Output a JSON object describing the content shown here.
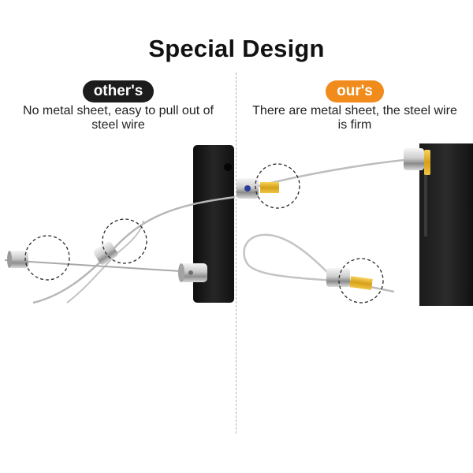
{
  "heading": "Special Design",
  "comparison": {
    "left": {
      "badge": "other's",
      "badge_color": "#1c1c1c",
      "description": "No metal sheet, easy to pull out of steel wire"
    },
    "right": {
      "badge": "our's",
      "badge_color": "#f08b1c",
      "description": "There are metal sheet, the steel wire is firm"
    }
  },
  "icons": {
    "left_photo": "wire-hook-without-metal-sheet-photo",
    "right_photo": "wire-hook-with-metal-sheet-photo"
  }
}
